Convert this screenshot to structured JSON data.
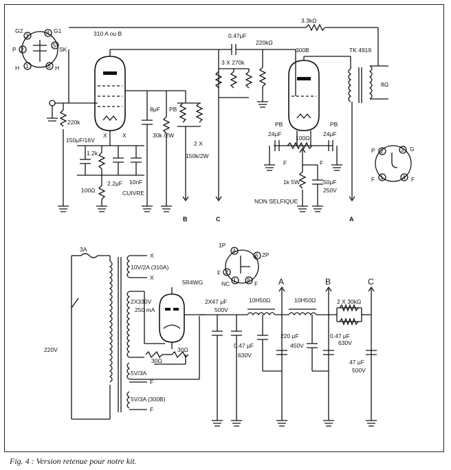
{
  "top": {
    "r_feedback": "3.3kΩ",
    "c_coupling": "0.47μF",
    "r_220k_top": "220kΩ",
    "tube1_name": "310 A ou B",
    "tube2_name": "300B",
    "tx_name": "TK 4919",
    "out_impedance": "8Ω",
    "r_grid_in": "220k",
    "c_cathode": "150μF/16V",
    "r_cathode_12k": "1.2k",
    "c_8uf": "8μF",
    "r_30k": "30k /2W",
    "pb": "PB",
    "r_2x": "2 X",
    "r_150k": "150k/2W",
    "r_100_left": "100Ω",
    "c_22pf": "2.2μF",
    "c_10nf": "10nF",
    "cuivre": "CUIVRE",
    "r_3x270k": "3 X 270k",
    "c_24pf_l": "24μF",
    "c_24pf_r": "24μF",
    "r_100": "100Ω",
    "r_1k": "1k 5W",
    "c_50uf": "50μF",
    "c_250v": "250V",
    "pb2": "PB",
    "pb3": "PB",
    "non_selfique": "NON SELFIQUE",
    "letter_b": "B",
    "letter_c": "C",
    "letter_a": "A",
    "letter_x1": "X",
    "letter_x2": "X",
    "letter_f1": "F",
    "letter_f2": "F",
    "letter_f3": "F",
    "letter_f4": "F",
    "pinout1": {
      "g2": "G2",
      "g1": "G1",
      "p": "P",
      "sk": "SK",
      "h1": "H",
      "h2": "H",
      "n3": "3",
      "n4": "4",
      "n5": "5",
      "n2": "2",
      "n1": "1",
      "n6": "6"
    },
    "pinout2": {
      "p": "P",
      "g": "G",
      "f1": "F",
      "f2": "F",
      "n1": "1",
      "n2": "2",
      "n3": "3",
      "n4": "4"
    }
  },
  "psu": {
    "fuse": "3A",
    "mains": "220V",
    "x1": "X",
    "x2": "X",
    "w1": "10V/2A (310A)",
    "rect_name": "5R4WG",
    "w2": "2X330V",
    "w3": "250 mA",
    "r30a": "30Ω",
    "r30b": "30Ω",
    "w4": "5V/3A",
    "w5": "5V/3A (300B)",
    "f1": "F",
    "f2": "F",
    "c_2x47": "2X47 μF",
    "c_500v": "500V",
    "l1": "10H50Ω",
    "l2": "10H50Ω",
    "r_2x30k": "2 X 30kΩ",
    "c_047_l": "0.47 μF",
    "c_630_l": "630V",
    "c_220": "220 μF",
    "c_450": "450V",
    "c_047_r": "0.47 μF",
    "c_630_r": "630V",
    "c_47": "47 μF",
    "c_500v2": "500V",
    "node_a": "A",
    "node_b": "B",
    "node_c": "C",
    "rect_pins": {
      "p1": "1P",
      "n4": "4",
      "n6": "6",
      "p2": "2P",
      "f": "F",
      "n2": "2",
      "nc": "NC",
      "n1": "1",
      "n8": "8",
      "f2": "F"
    }
  },
  "caption": "Fig. 4 : Version retenue pour notre kit."
}
